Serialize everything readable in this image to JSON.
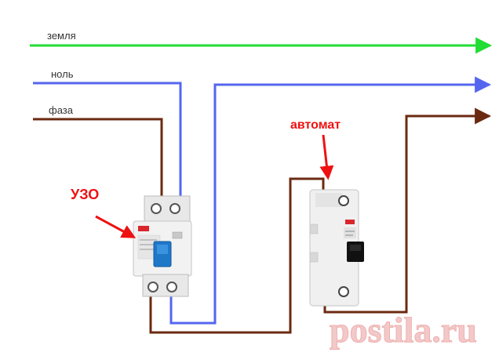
{
  "wires": {
    "earth": {
      "label": "земля",
      "color": "#22dd33"
    },
    "neutral": {
      "label": "ноль",
      "color": "#5566ee"
    },
    "phase": {
      "label": "фаза",
      "color": "#6b2a10"
    }
  },
  "devices": {
    "rcd": {
      "label": "УЗО"
    },
    "breaker": {
      "label": "автомат"
    }
  },
  "annotation_color": "#ee1111",
  "watermark": {
    "text": "postila.ru",
    "color": "#f3c8c8"
  }
}
